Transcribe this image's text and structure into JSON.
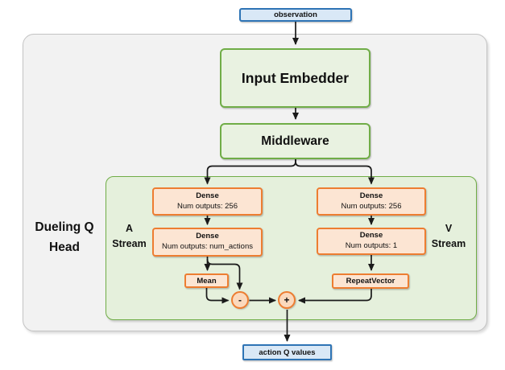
{
  "diagram": {
    "nodes": {
      "observation": {
        "label": "observation"
      },
      "input_embedder": {
        "label": "Input Embedder"
      },
      "middleware": {
        "label": "Middleware"
      },
      "dense_a1": {
        "title": "Dense",
        "subtitle": "Num outputs: 256"
      },
      "dense_a2": {
        "title": "Dense",
        "subtitle": "Num outputs: num_actions"
      },
      "dense_v1": {
        "title": "Dense",
        "subtitle": "Num outputs: 256"
      },
      "dense_v2": {
        "title": "Dense",
        "subtitle": "Num outputs: 1"
      },
      "mean": {
        "label": "Mean"
      },
      "repeat_vector": {
        "label": "RepeatVector"
      },
      "minus_op": {
        "label": "-"
      },
      "plus_op": {
        "label": "+"
      },
      "action_q_values": {
        "label": "action Q values"
      }
    },
    "labels": {
      "dueling_q_head": {
        "line1": "Dueling Q",
        "line2": "Head"
      },
      "a_stream": {
        "line1": "A",
        "line2": "Stream"
      },
      "v_stream": {
        "line1": "V",
        "line2": "Stream"
      }
    },
    "colors": {
      "blue_border": "#2e74b5",
      "blue_fill": "#d9e8f6",
      "green_border": "#70ad47",
      "green_fill": "#e9f2e1",
      "green_container_fill": "#e5f0dc",
      "orange_border": "#ed7d31",
      "orange_fill": "#fce5d3",
      "circle_fill": "#fbd9bd",
      "gray_container_fill": "#f2f2f2",
      "gray_border": "#c3c3c3",
      "arrow": "#1a1a1a"
    }
  }
}
